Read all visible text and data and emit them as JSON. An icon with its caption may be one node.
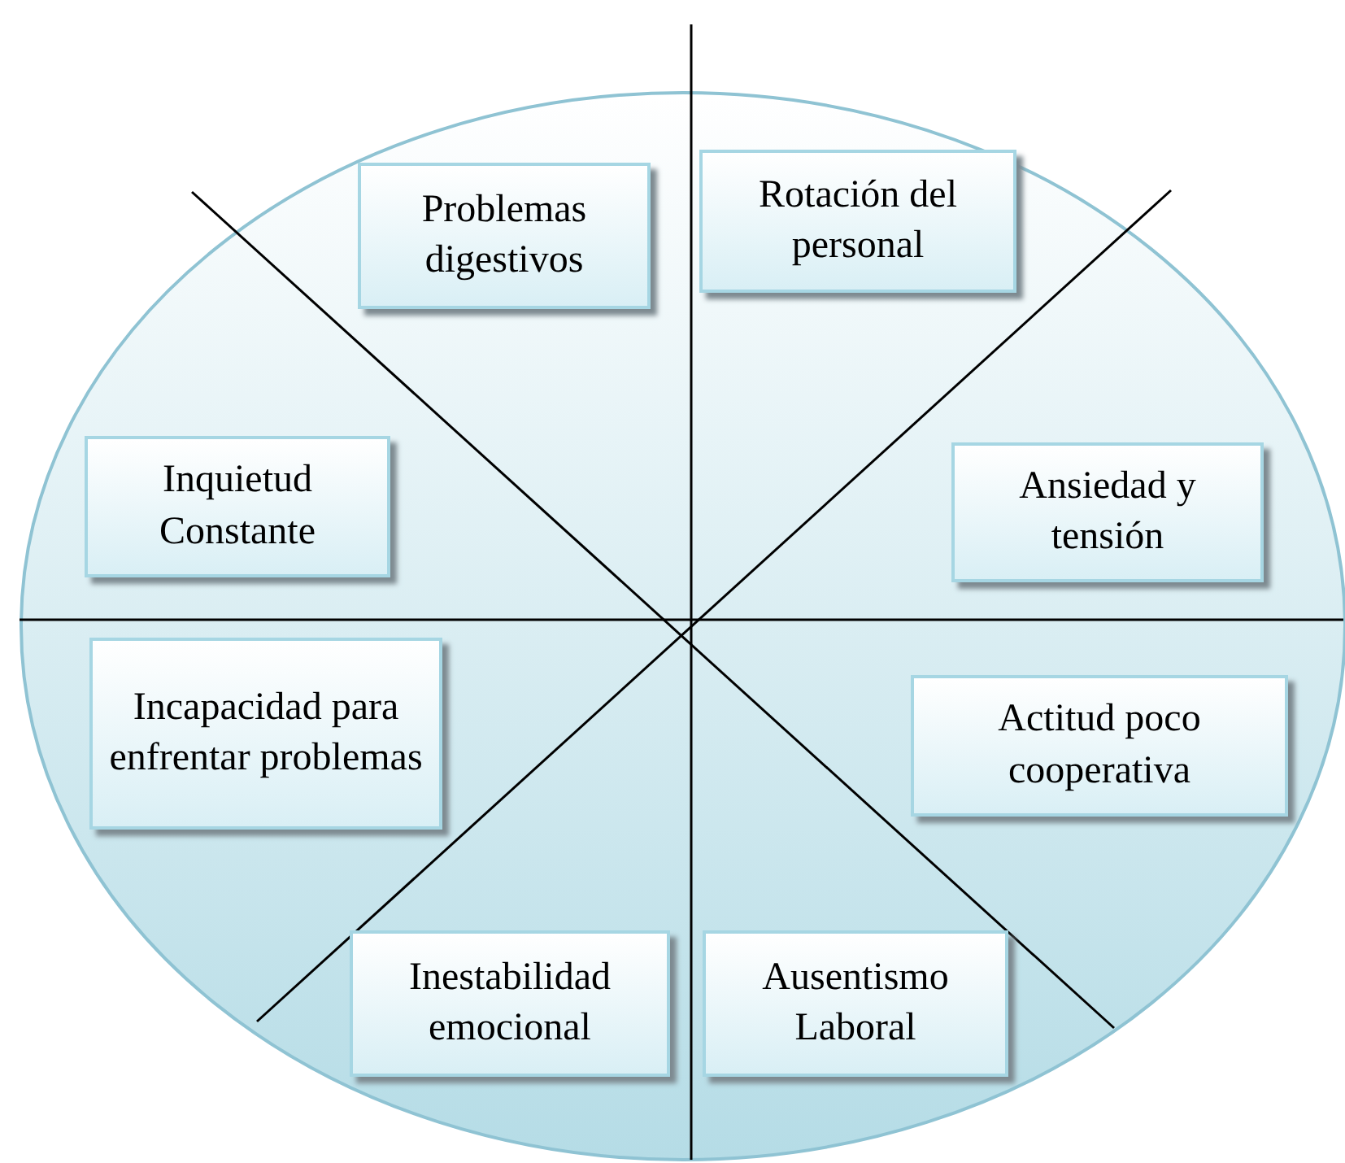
{
  "diagram": {
    "nodes": [
      {
        "text": [
          "Problemas digestivos"
        ]
      },
      {
        "text": [
          "Rotación del personal"
        ]
      },
      {
        "text": [
          "Inquietud Constante"
        ]
      },
      {
        "text": [
          "Ansiedad y tensión"
        ]
      },
      {
        "text": [
          "Incapacidad para enfrentar problemas"
        ]
      },
      {
        "text": [
          "Actitud poco cooperativa"
        ]
      },
      {
        "text": [
          "Inestabilidad emocional"
        ]
      },
      {
        "text": [
          "Ausentismo Laboral"
        ]
      }
    ]
  }
}
